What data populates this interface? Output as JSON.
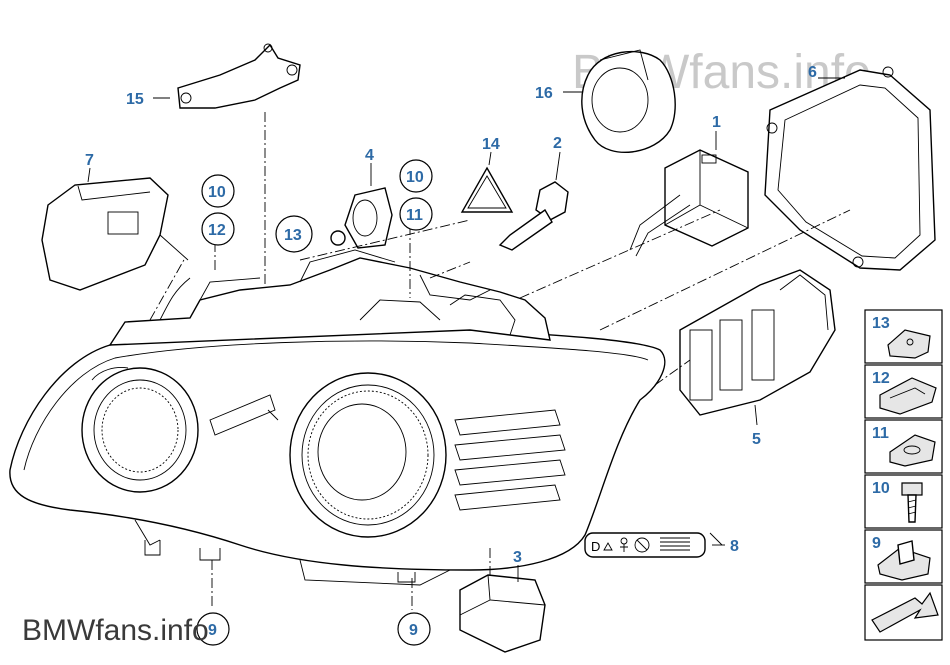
{
  "watermark": {
    "top": "BMWfans.info",
    "bottom": "BMWfans.info"
  },
  "colors": {
    "callout": "#2d6aa6",
    "ink": "#000000",
    "watermark_top": "#c9c9c9"
  },
  "callouts": {
    "c1": "1",
    "c2": "2",
    "c3": "3",
    "c4": "4",
    "c5": "5",
    "c6": "6",
    "c7": "7",
    "c8": "8",
    "c9a": "9",
    "c9b": "9",
    "c10a": "10",
    "c10b": "10",
    "c11": "11",
    "c12": "12",
    "c13": "13",
    "c14": "14",
    "c15": "15",
    "c16": "16"
  },
  "side_panel": [
    "13",
    "12",
    "11",
    "10",
    "9"
  ],
  "label_icons": [
    "D",
    "warning-triangle-icon",
    "person-icon",
    "no-symbol-icon",
    "barcode-icon"
  ],
  "icons": [
    "next-page-arrow-icon",
    "warning-triangle-icon"
  ]
}
